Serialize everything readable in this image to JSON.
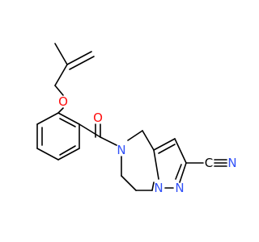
{
  "molecule": {
    "atoms": {
      "ether_oxygen": {
        "label": "O",
        "color": "#ff0d0d"
      },
      "carbonyl_oxygen": {
        "label": "O",
        "color": "#ff0d0d"
      },
      "amide_nitrogen": {
        "label": "N",
        "color": "#3050f8"
      },
      "pyrazole_nitrogen_1": {
        "label": "N",
        "color": "#3050f8"
      },
      "pyrazole_nitrogen_2": {
        "label": "N",
        "color": "#3050f8"
      },
      "nitrile_nitrogen": {
        "label": "N",
        "color": "#3050f8"
      },
      "nitrile_carbon": {
        "label": "C",
        "color": "#000000"
      }
    },
    "bond_color": "#000000",
    "background": "#ffffff"
  }
}
